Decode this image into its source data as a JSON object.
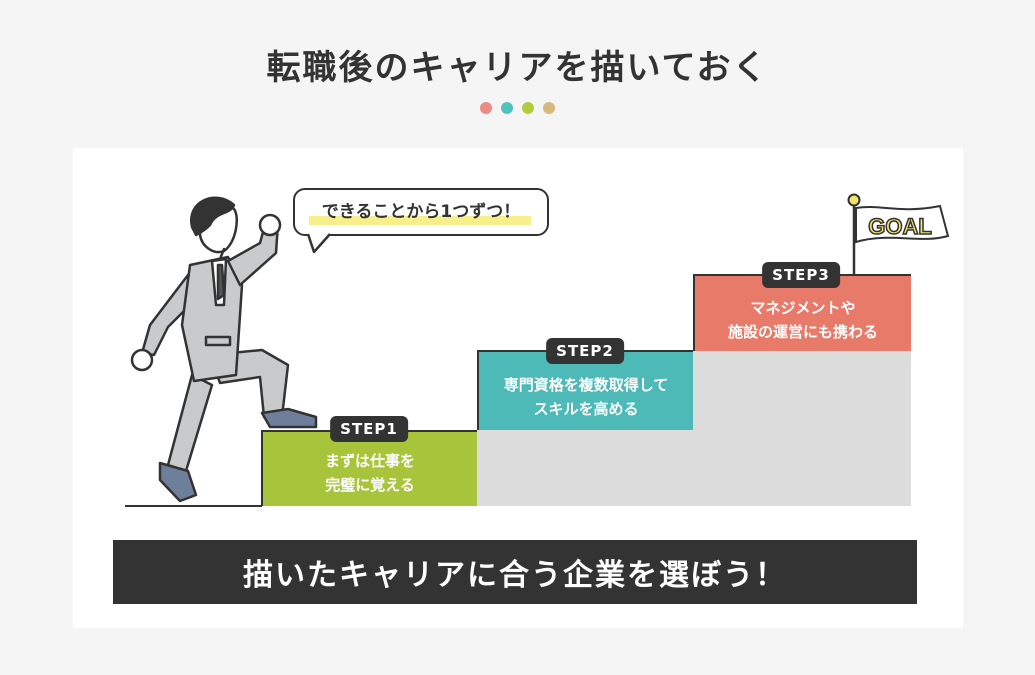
{
  "header": {
    "title": "転職後のキャリアを描いておく",
    "dot_colors": [
      "#ee8a84",
      "#4dc3c0",
      "#b3cc3c",
      "#d4b97a"
    ]
  },
  "speech_bubble": {
    "text": "できることから1つずつ！"
  },
  "steps": [
    {
      "badge": "STEP1",
      "line1": "まずは仕事を",
      "line2": "完璧に覚える",
      "color": "#a8c43a"
    },
    {
      "badge": "STEP2",
      "line1": "専門資格を複数取得して",
      "line2": "スキルを高める",
      "color": "#4dbab8"
    },
    {
      "badge": "STEP3",
      "line1": "マネジメントや",
      "line2": "施設の運営にも携わる",
      "color": "#e87a6a"
    }
  ],
  "flag": {
    "text": "GOAL"
  },
  "footer": {
    "message": "描いたキャリアに合う企業を選ぼう！"
  },
  "colors": {
    "background": "#f5f5f5",
    "card": "#ffffff",
    "dark": "#333333",
    "gray_fill": "#dcdcdc"
  }
}
